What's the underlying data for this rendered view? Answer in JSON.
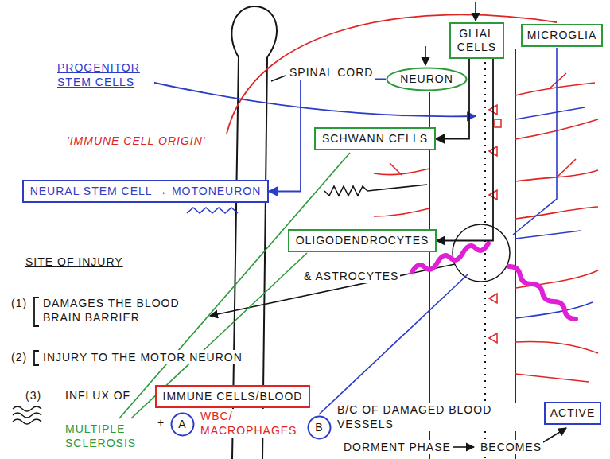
{
  "diagram": {
    "nodes": [
      {
        "text": [
          "NEURON"
        ]
      },
      {
        "text": [
          "GLIAL CELLS"
        ]
      },
      {
        "text": [
          "MICROGLIA"
        ]
      },
      {
        "text": [
          "SCHWANN CELLS"
        ]
      },
      {
        "text": [
          "NEURAL STEM CELL → MOTONEURON"
        ]
      },
      {
        "text": [
          "OLIGODENDROCYTES"
        ]
      },
      {
        "text": [
          "IMMUNE CELLS/BLOOD"
        ]
      },
      {
        "text": [
          "A"
        ]
      },
      {
        "text": [
          "B"
        ]
      },
      {
        "text": [
          "ACTIVE"
        ]
      }
    ],
    "edges": [
      {
        "from": 1,
        "to": 3,
        "arrow": "to"
      },
      {
        "from": 1,
        "to": 5,
        "arrow": "to"
      },
      {
        "from": 0,
        "to": 4,
        "arrow": "to"
      }
    ],
    "labels": [
      "PROGENITOR STEM CELLS",
      "SPINAL CORD",
      "'IMMUNE CELL ORIGIN'",
      "SITE OF INJURY",
      "(1)",
      "DAMAGES THE BLOOD BRAIN BARRIER",
      "& ASTROCYTES",
      "(2)",
      "INJURY TO THE MOTOR NEURON",
      "(3)",
      "INFLUX OF",
      "+",
      "WBC/ MACROPHAGES",
      "B/C OF DAMAGED BLOOD VESSELS",
      "MULTIPLE SCLEROSIS",
      "DORMENT PHASE",
      "BECOMES"
    ]
  }
}
